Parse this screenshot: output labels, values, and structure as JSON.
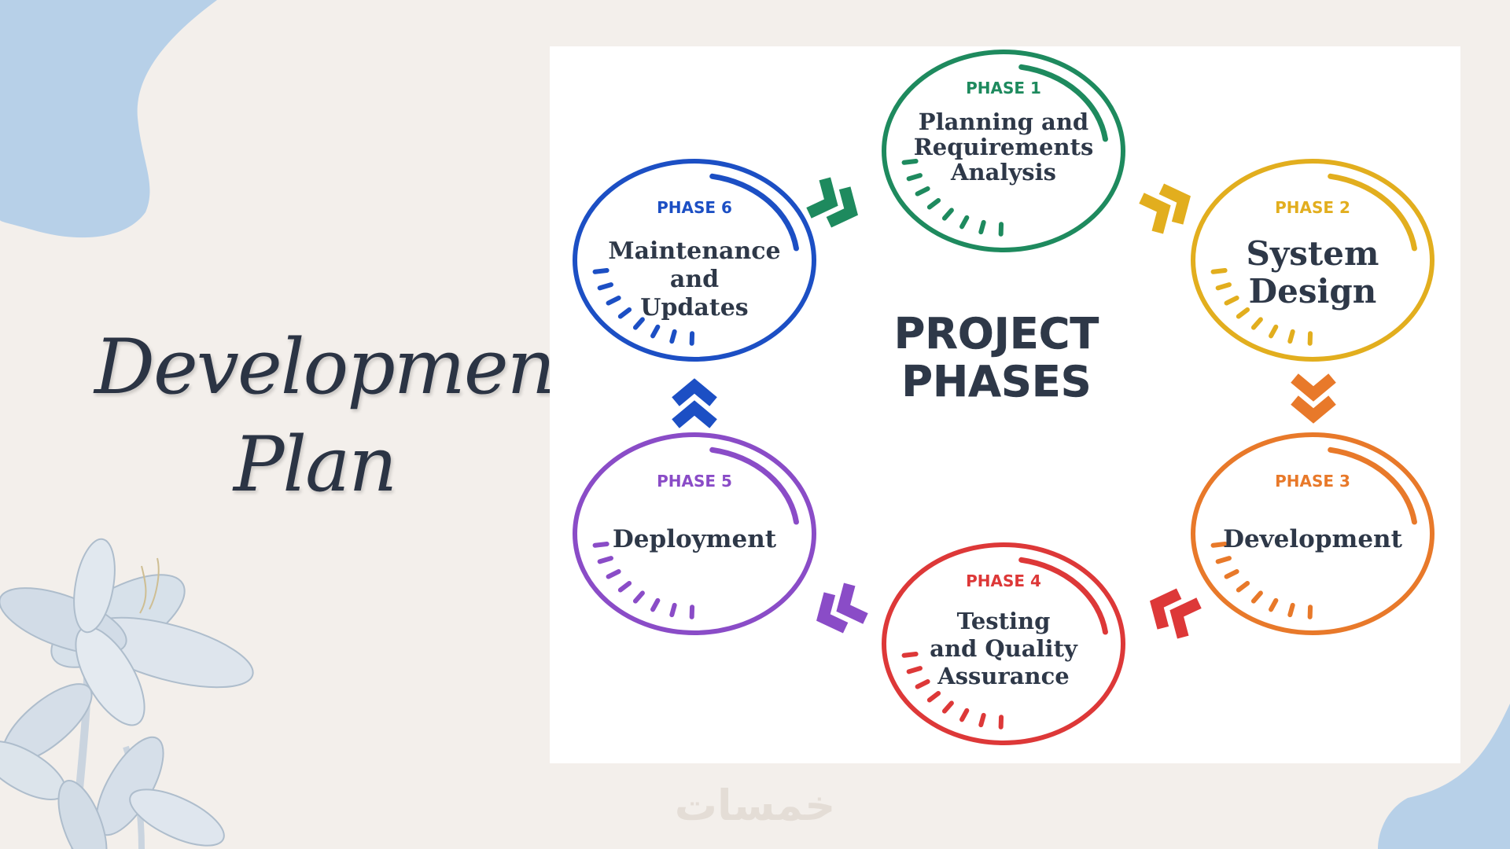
{
  "title": {
    "line1": "Development",
    "line2": "Plan"
  },
  "diagram": {
    "center_line1": "PROJECT",
    "center_line2": "PHASES",
    "phases": [
      {
        "tag": "PHASE 1",
        "lines": [
          "Planning and",
          "Requirements",
          "Analysis"
        ],
        "color": "#1e8a5e"
      },
      {
        "tag": "PHASE 2",
        "lines": [
          "System",
          "Design"
        ],
        "color": "#e2ae1e"
      },
      {
        "tag": "PHASE 3",
        "lines": [
          "Development"
        ],
        "color": "#e8792a"
      },
      {
        "tag": "PHASE 4",
        "lines": [
          "Testing",
          "and Quality",
          "Assurance"
        ],
        "color": "#dd3838"
      },
      {
        "tag": "PHASE 5",
        "lines": [
          "Deployment"
        ],
        "color": "#8a4cc7"
      },
      {
        "tag": "PHASE 6",
        "lines": [
          "Maintenance",
          "and",
          "Updates"
        ],
        "color": "#1c4fc4"
      }
    ],
    "text_color": "#2e3848"
  },
  "watermark": "خمسات",
  "colors": {
    "background": "#f3efeb",
    "blob": "#b7d0e8"
  }
}
